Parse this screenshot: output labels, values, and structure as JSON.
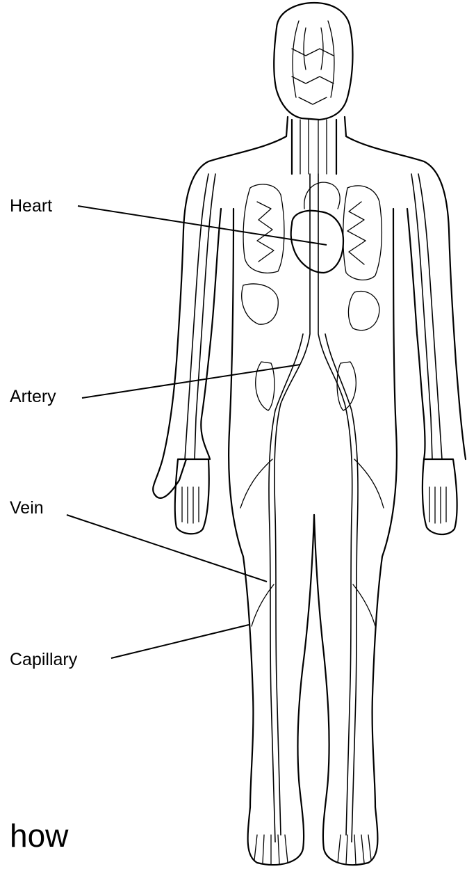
{
  "labels": {
    "heart": "Heart",
    "artery": "Artery",
    "vein": "Vein",
    "capillary": "Capillary"
  },
  "caption": "how"
}
